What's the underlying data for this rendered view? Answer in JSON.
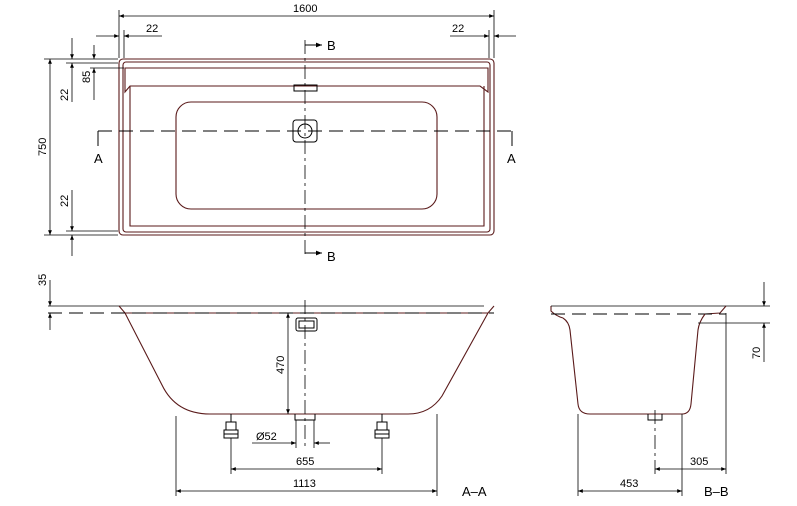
{
  "dimensions": {
    "plan_length": "1600",
    "plan_left_offset": "22",
    "plan_right_offset": "22",
    "plan_width": "750",
    "plan_top_offset": "85",
    "plan_top_rim": "22",
    "plan_bottom_rim": "22",
    "rim_height": "35",
    "inner_depth": "470",
    "drain_diameter": "Ø52",
    "feet_spacing": "655",
    "bottom_length": "1113",
    "side_depth": "70",
    "side_offset": "305",
    "side_bottom": "453"
  },
  "section_markers": {
    "a_left": "A",
    "a_right": "A",
    "b_top": "B",
    "b_bottom": "B"
  },
  "view_labels": {
    "section_aa": "A–A",
    "section_bb": "B–B"
  }
}
